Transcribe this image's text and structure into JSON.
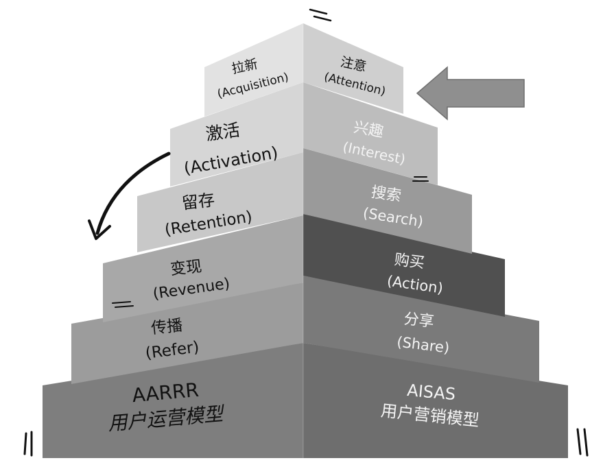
{
  "left_face": {
    "steps": [
      {
        "zh": "拉新",
        "en": "(Acquisition)"
      },
      {
        "zh": "激活",
        "en": "(Activation)"
      },
      {
        "zh": "留存",
        "en": "(Retention)"
      },
      {
        "zh": "变现",
        "en": "(Revenue)"
      },
      {
        "zh": "传播",
        "en": "(Refer)"
      }
    ],
    "base": {
      "title": "AARRR",
      "subtitle": "用户运营模型"
    }
  },
  "right_face": {
    "steps": [
      {
        "zh": "注意",
        "en": "(Attention)"
      },
      {
        "zh": "兴趣",
        "en": "(Interest)"
      },
      {
        "zh": "搜索",
        "en": "(Search)"
      },
      {
        "zh": "购买",
        "en": "(Action)"
      },
      {
        "zh": "分享",
        "en": "(Share)"
      }
    ],
    "base": {
      "title": "AISAS",
      "subtitle": "用户营销模型"
    }
  },
  "colors": {
    "left_faces": [
      "#e2e2e2",
      "#d6d6d6",
      "#c8c8c8",
      "#a8a8a8",
      "#9c9c9c",
      "#7e7e7e"
    ],
    "right_faces": [
      "#cfcfcf",
      "#bdbdbd",
      "#9a9a9a",
      "#505050",
      "#7a7a7a",
      "#6e6e6e"
    ],
    "arrow_fill": "#8f8f8f",
    "ink": "#111111"
  },
  "icons": {
    "pointer_arrow": "left-pointing-block-arrow-icon",
    "curved_arrow": "curved-down-arrow-icon"
  }
}
